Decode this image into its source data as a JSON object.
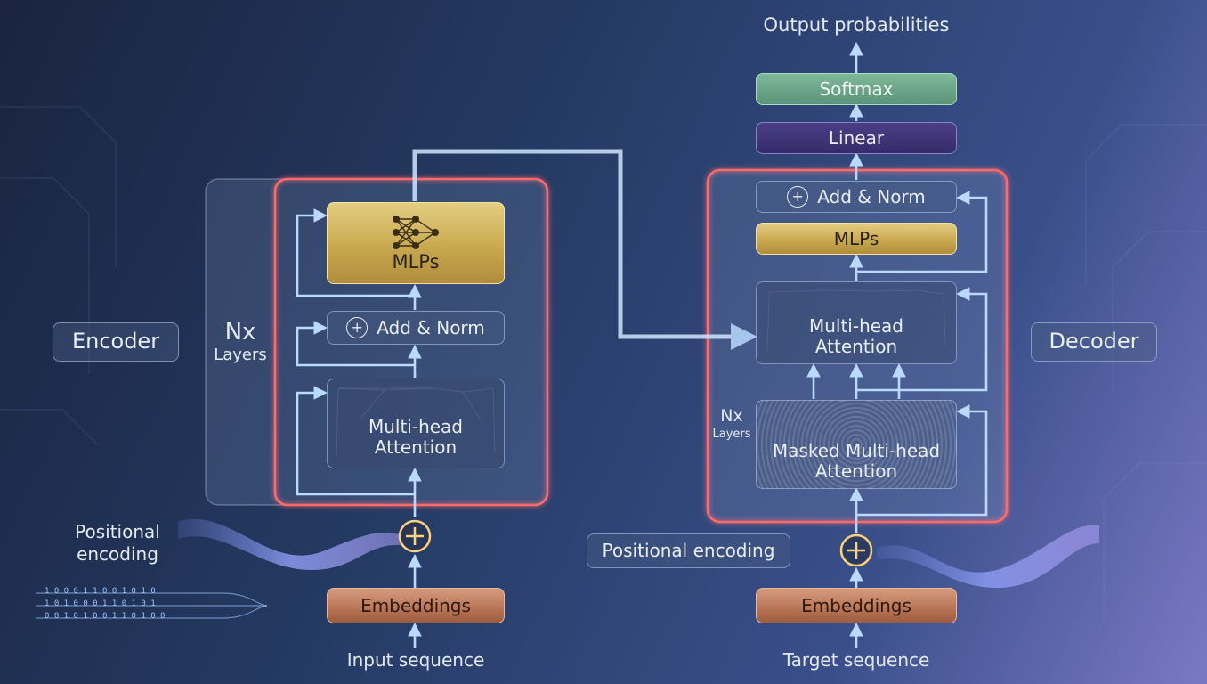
{
  "encoder": {
    "side_label": "Encoder",
    "nx_label": "Nx",
    "layers_label": "Layers",
    "mlps": "MLPs",
    "add_norm": "Add & Norm",
    "attention": "Multi-head\nAttention",
    "positional_encoding": "Positional\nencoding",
    "embeddings": "Embeddings",
    "input": "Input sequence",
    "binary_rows": [
      "1 0 0 0 1 1 0 0 1 0 1 0",
      "1 0 1 0 0 0 1 1 0 1 0 1",
      "0 0 1 0 1 0 0 1 1 0 1 0 0"
    ]
  },
  "decoder": {
    "side_label": "Decoder",
    "nx_label": "Nx",
    "layers_label": "Layers",
    "output": "Output probabilities",
    "softmax": "Softmax",
    "linear": "Linear",
    "add_norm": "Add & Norm",
    "mlps": "MLPs",
    "attention": "Multi-head\nAttention",
    "masked_attention": "Masked Multi-head\nAttention",
    "positional_encoding": "Positional encoding",
    "embeddings": "Embeddings",
    "target": "Target sequence"
  },
  "colors": {
    "highlight": "#ff6b6b",
    "flow": "#a9d4ff",
    "gold": "#c9a94f",
    "copper": "#b87555",
    "softmax": "#5a9378",
    "linear": "#352c6a"
  }
}
